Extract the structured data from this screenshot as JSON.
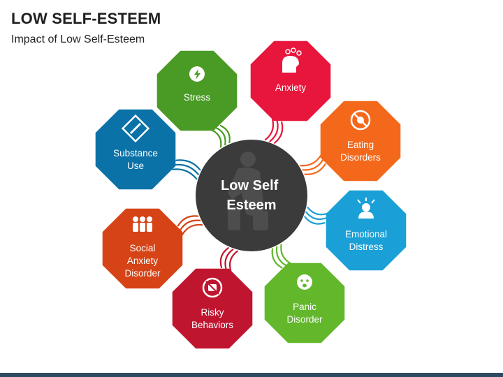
{
  "title": "LOW SELF-ESTEEM",
  "subtitle": "Impact of Low Self-Esteem",
  "center": {
    "lines": [
      "Low Self",
      "Esteem"
    ],
    "color": "#3b3b3b"
  },
  "items": [
    {
      "id": "stress",
      "lines": [
        "Stress"
      ],
      "color": "#4a9a26",
      "icon": "stress-icon"
    },
    {
      "id": "anxiety",
      "lines": [
        "Anxiety"
      ],
      "color": "#e8163c",
      "icon": "anxiety-icon"
    },
    {
      "id": "eating-disorders",
      "lines": [
        "Eating",
        "Disorders"
      ],
      "color": "#f4681b",
      "icon": "no-eating-icon"
    },
    {
      "id": "emotional-distress",
      "lines": [
        "Emotional",
        "Distress"
      ],
      "color": "#1aa0d6",
      "icon": "distress-icon"
    },
    {
      "id": "panic-disorder",
      "lines": [
        "Panic",
        "Disorder"
      ],
      "color": "#62b72a",
      "icon": "panic-icon"
    },
    {
      "id": "risky-behaviors",
      "lines": [
        "Risky",
        "Behaviors"
      ],
      "color": "#c0152f",
      "icon": "risky-icon"
    },
    {
      "id": "social-anxiety-disorder",
      "lines": [
        "Social",
        "Anxiety",
        "Disorder"
      ],
      "color": "#d54316",
      "icon": "group-icon"
    },
    {
      "id": "substance-use",
      "lines": [
        "Substance",
        "Use"
      ],
      "color": "#0b72a8",
      "icon": "substance-icon"
    }
  ]
}
